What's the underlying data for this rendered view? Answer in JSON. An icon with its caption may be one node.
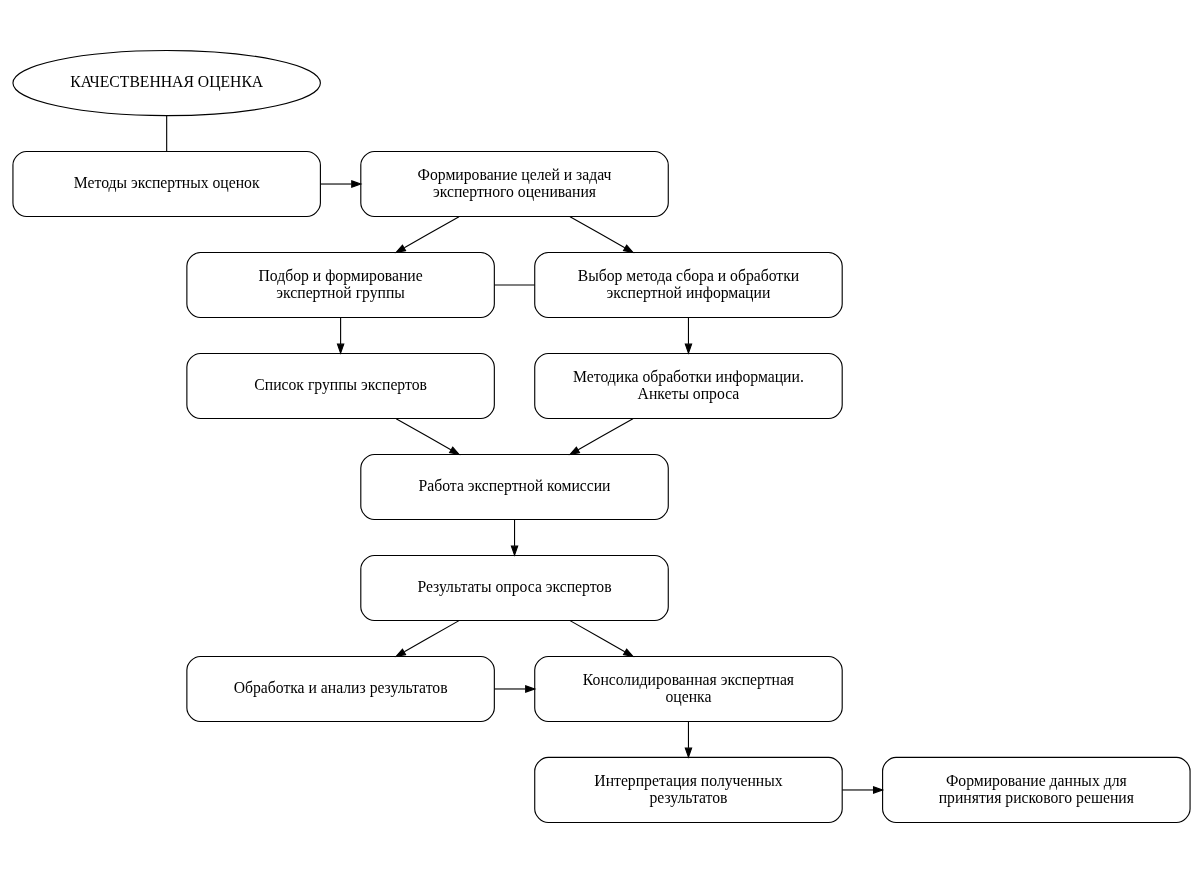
{
  "diagram": {
    "nodes": [
      {
        "text": [
          "КАЧЕСТВЕННАЯ ОЦЕНКА"
        ]
      },
      {
        "text": [
          "Методы экспертных оценок"
        ]
      },
      {
        "text": [
          "Формирование целей и задач экспертного оценивания"
        ]
      },
      {
        "text": [
          "Подбор и формирование экспертной группы"
        ]
      },
      {
        "text": [
          "Выбор метода сбора и обработки экспертной информации"
        ]
      },
      {
        "text": [
          "Список группы экспертов"
        ]
      },
      {
        "text": [
          "Методика обработки информации. Анкеты опроса"
        ]
      },
      {
        "text": [
          "Работа экспертной комиссии"
        ]
      },
      {
        "text": [
          "Результаты опроса экспертов"
        ]
      },
      {
        "text": [
          "Обработка и анализ результатов"
        ]
      },
      {
        "text": [
          "Консолидированная экспертная оценка"
        ]
      },
      {
        "text": [
          "Формирование данных для принятия рискового решения"
        ]
      },
      {
        "text": [
          "Интерпретация полученных результатов"
        ]
      }
    ],
    "edges": [
      {
        "from": 0,
        "to": 1,
        "arrow": "none"
      },
      {
        "from": 1,
        "to": 2,
        "arrow": "to"
      },
      {
        "from": 2,
        "to": 3,
        "arrow": "to"
      },
      {
        "from": 2,
        "to": 4,
        "arrow": "to"
      },
      {
        "from": 3,
        "to": 4,
        "arrow": "none"
      },
      {
        "from": 3,
        "to": 5,
        "arrow": "to"
      },
      {
        "from": 4,
        "to": 6,
        "arrow": "to"
      },
      {
        "from": 5,
        "to": 7,
        "arrow": "to"
      },
      {
        "from": 6,
        "to": 7,
        "arrow": "to"
      },
      {
        "from": 7,
        "to": 8,
        "arrow": "to"
      },
      {
        "from": 8,
        "to": 9,
        "arrow": "to"
      },
      {
        "from": 8,
        "to": 10,
        "arrow": "to"
      },
      {
        "from": 9,
        "to": 10,
        "arrow": "to"
      },
      {
        "from": 10,
        "to": 12,
        "arrow": "to"
      },
      {
        "from": 12,
        "to": 11,
        "arrow": "to"
      }
    ]
  }
}
